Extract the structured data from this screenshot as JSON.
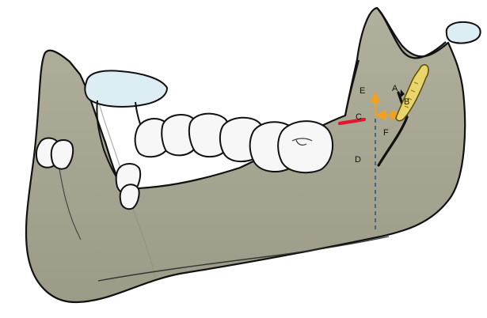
{
  "labels": {
    "a": "A",
    "b": "B",
    "c": "C",
    "d": "D",
    "e": "E",
    "f": "F"
  },
  "colors": {
    "bone": "#A8A894",
    "outline": "#111111",
    "articular_surface": "#DCEEF4",
    "tooth": "#F7F7F7",
    "red_line": "#E0172F",
    "arrow_orange": "#F3A11D",
    "ruler_yellow": "#E8D56B",
    "dashed_line": "#1E4E78"
  },
  "icons": {
    "background": "mandible-illustration"
  }
}
